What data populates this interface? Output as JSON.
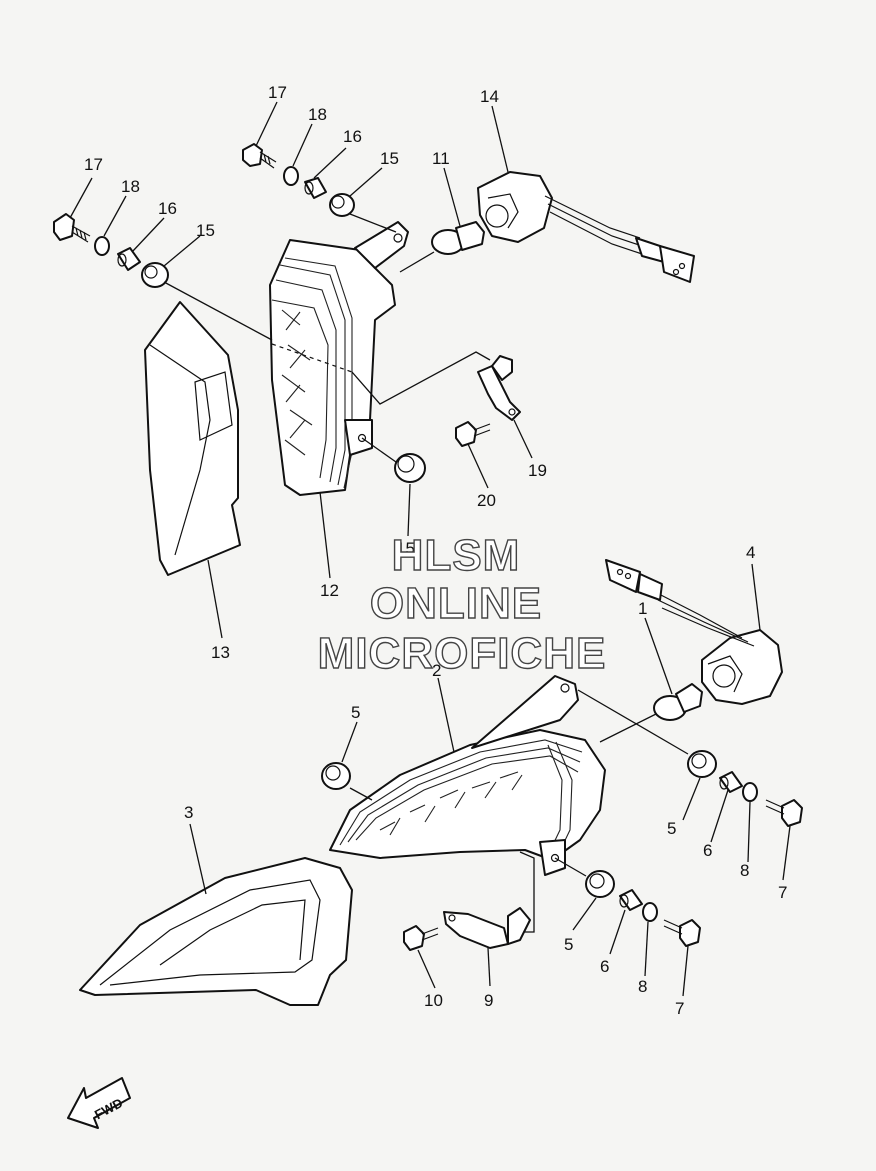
{
  "callouts": {
    "c17a": "17",
    "c18a": "18",
    "c16a": "16",
    "c15a": "15",
    "c17b": "17",
    "c18b": "18",
    "c16b": "16",
    "c15b": "15",
    "c11": "11",
    "c14": "14",
    "c19": "19",
    "c20": "20",
    "c15c": "15",
    "c12": "12",
    "c13": "13",
    "c4": "4",
    "c1": "1",
    "c2": "2",
    "c3": "3",
    "c5a": "5",
    "c6a": "6",
    "c8a": "8",
    "c7a": "7",
    "c5b": "5",
    "c6b": "6",
    "c8b": "8",
    "c7b": "7",
    "c5c": "5",
    "c9": "9",
    "c10": "10"
  },
  "watermark": {
    "line1": "HLSM",
    "line2": "ONLINE",
    "line3": "MICROFICHE"
  },
  "fwd_label": "FWD"
}
